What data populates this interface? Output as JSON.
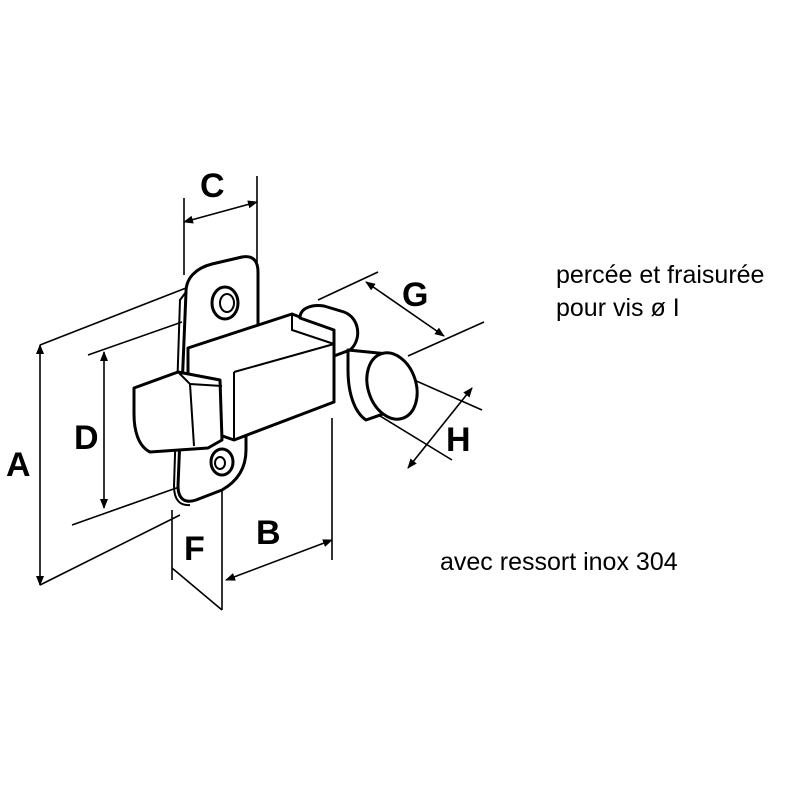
{
  "labels": {
    "A": "A",
    "B": "B",
    "C": "C",
    "D": "D",
    "F": "F",
    "G": "G",
    "H": "H"
  },
  "notes": {
    "line1": "percée et fraisurée",
    "line2": "pour vis ø I",
    "spring": "avec ressort inox 304"
  }
}
